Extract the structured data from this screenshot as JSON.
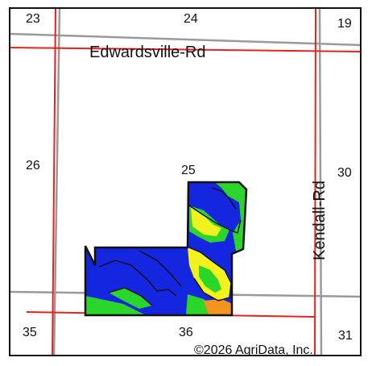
{
  "map": {
    "roads": {
      "edwardsville": "Edwardsville-Rd",
      "kendall": "Kendall-Rd"
    },
    "sections": {
      "s23": "23",
      "s24": "24",
      "s19": "19",
      "s26": "26",
      "s25": "25",
      "s30": "30",
      "s35": "35",
      "s36": "36",
      "s31": "31"
    },
    "copyright": "©2026 AgriData, Inc.",
    "colors": {
      "road_red": "#e8231f",
      "section_line": "#999999",
      "field_outline": "#111111",
      "zone_blue": "#1426e0",
      "zone_green": "#2ad62a",
      "zone_yellow": "#f2f21e",
      "zone_orange": "#f2951e"
    }
  }
}
